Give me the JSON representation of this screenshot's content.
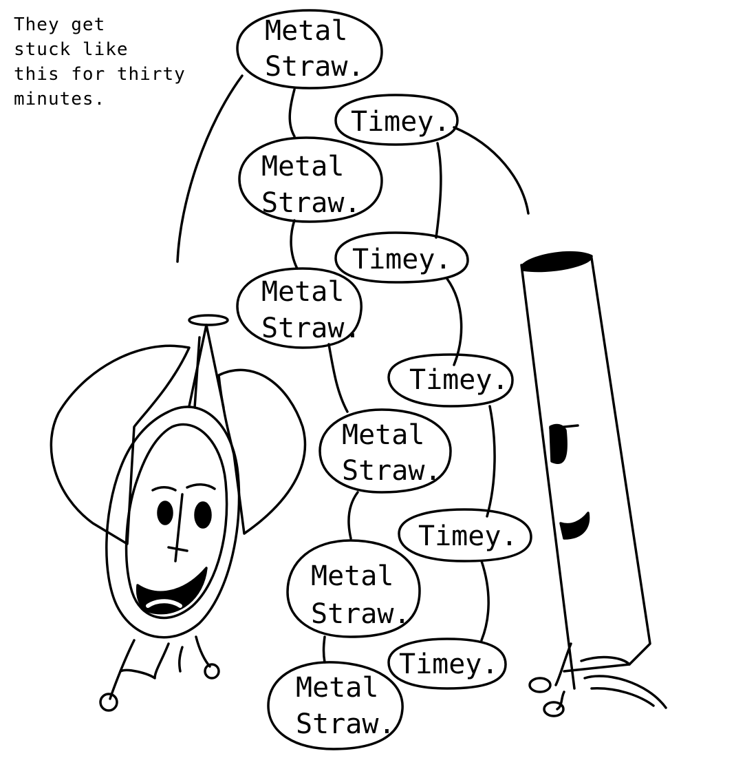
{
  "caption": "They get\nstuck like\nthis for thirty\nminutes.",
  "bubbles": {
    "straw_line1": "Metal",
    "straw_line2": "Straw.",
    "timey": "Timey."
  },
  "colors": {
    "ink": "#000000",
    "paper": "#ffffff"
  }
}
